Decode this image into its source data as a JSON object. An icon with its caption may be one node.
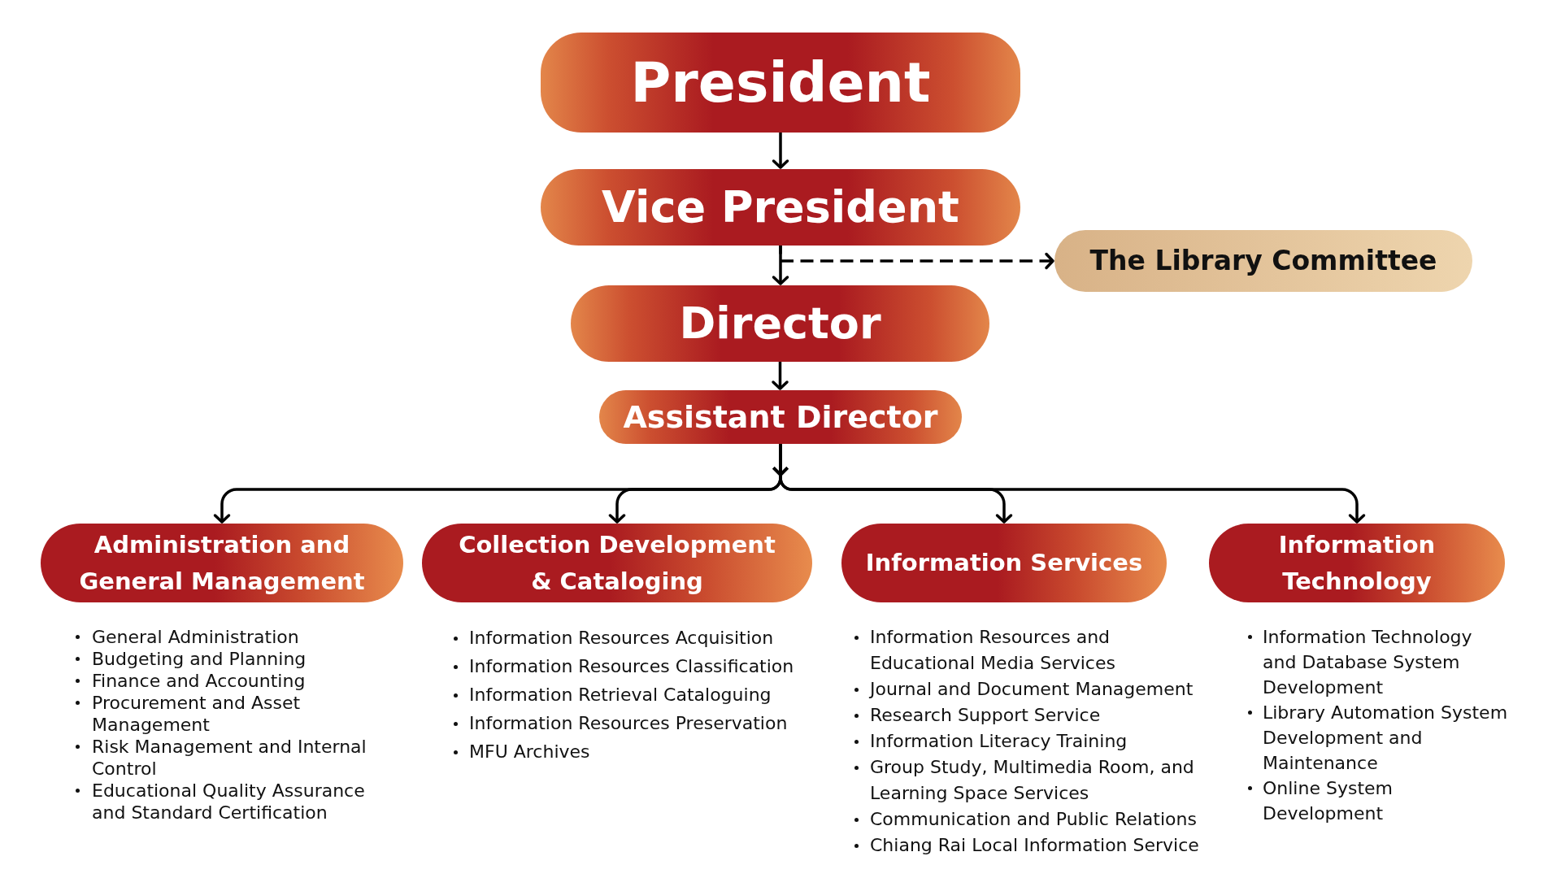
{
  "diagram": {
    "nodes": [
      {
        "text": [
          "President"
        ]
      },
      {
        "text": [
          "Vice President"
        ]
      },
      {
        "text": [
          "The Library Committee"
        ]
      },
      {
        "text": [
          "Director"
        ]
      },
      {
        "text": [
          "Assistant Director"
        ]
      },
      {
        "text": [
          "Administration and General Management"
        ],
        "beside": [
          "General Administration",
          "Budgeting and Planning",
          "Finance and Accounting",
          "Procurement and Asset Management",
          "Risk Management and Internal Control",
          "Educational Quality Assurance and Standard Certification"
        ]
      },
      {
        "text": [
          "Collection Development & Cataloging"
        ],
        "beside": [
          "Information Resources Acquisition",
          "Information Resources Classification",
          "Information Retrieval Cataloguing",
          "Information Resources Preservation",
          "MFU Archives"
        ]
      },
      {
        "text": [
          "Information Services"
        ],
        "beside": [
          "Information Resources and Educational Media Services",
          "Journal and Document Management",
          "Research Support Service",
          "Information Literacy Training",
          "Group Study, Multimedia Room, and Learning Space Services",
          "Communication and Public Relations",
          "Chiang Rai Local Information Service"
        ]
      },
      {
        "text": [
          "Information Technology"
        ],
        "beside": [
          "Information Technology and Database System Development",
          "Library Automation System Development and Maintenance",
          "Online System Development"
        ]
      }
    ],
    "edges": [
      {
        "from": 0,
        "to": 1,
        "arrow": "to"
      },
      {
        "from": 1,
        "to": 3,
        "arrow": "to"
      },
      {
        "from": 1,
        "to": 2,
        "arrow": "to",
        "style": "dashed"
      },
      {
        "from": 3,
        "to": 4,
        "arrow": "to"
      },
      {
        "from": 4,
        "to": 5,
        "arrow": "to"
      },
      {
        "from": 4,
        "to": 6,
        "arrow": "to"
      },
      {
        "from": 4,
        "to": 7,
        "arrow": "to"
      },
      {
        "from": 4,
        "to": 8,
        "arrow": "to"
      }
    ]
  }
}
